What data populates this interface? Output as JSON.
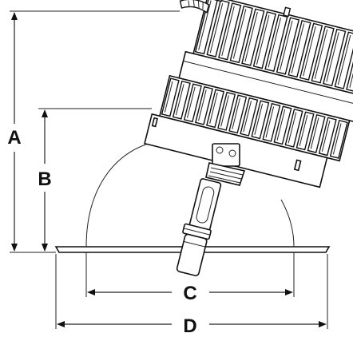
{
  "dimension_labels": {
    "a": "A",
    "b": "B",
    "c": "C",
    "d": "D"
  },
  "colors": {
    "line": "#111111",
    "background": "#ffffff"
  }
}
